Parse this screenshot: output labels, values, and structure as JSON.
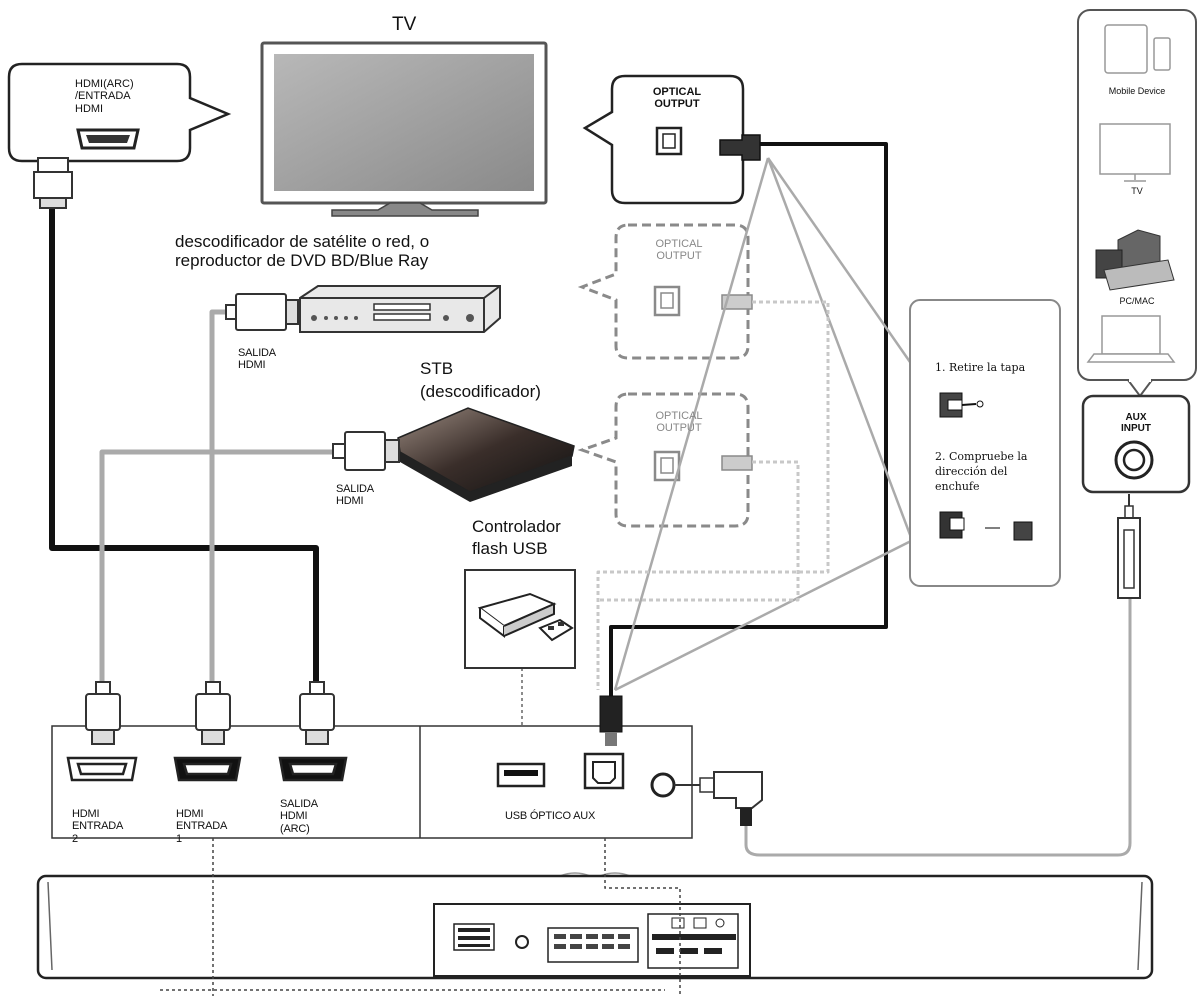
{
  "tv_label": "TV",
  "hdmi_callout": "HDMI(ARC)\n/ENTRADA\nHDMI",
  "optical_output_tv": "OPTICAL\nOUTPUT",
  "optical_output_dvd": "OPTICAL\nOUTPUT",
  "optical_output_stb": "OPTICAL\nOUTPUT",
  "dvd_label": "descodificador de satélite o red,   o\nreproductor de DVD BD/Blue    Ray",
  "salida_hdmi_dvd": "SALIDA\nHDMI",
  "stb_label": "STB\n(descodificador)",
  "salida_hdmi_stb": "SALIDA\nHDMI",
  "usb_flash_label": "Controlador\nflash USB",
  "step1": "1. Retire la tapa",
  "step2": "2. Compruebe la\n    dirección del\n    enchufe",
  "mobile_device": "Mobile Device",
  "tv_small": "TV",
  "pc_mac": "PC/MAC",
  "aux_input": "AUX\nINPUT",
  "hdmi_in_2": "HDMI\nENTRADA\n2",
  "hdmi_in_1": "HDMI\nENTRADA\n1",
  "hdmi_out_arc": "SALIDA\nHDMI\n      (ARC)",
  "usb_optical_aux": "USB ÓPTICO AUX"
}
